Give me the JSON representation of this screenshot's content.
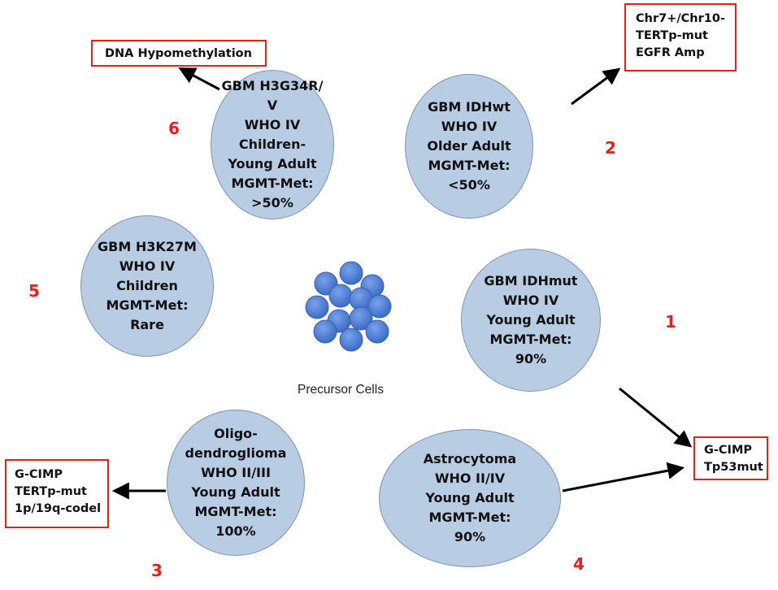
{
  "circles": [
    {
      "id": "gbm-h3g34r",
      "lines": [
        "GBM H3G34R/",
        "V",
        "WHO IV",
        "Children-",
        "Young Adult",
        "MGMT-Met:",
        ">50%"
      ]
    },
    {
      "id": "gbm-idhwt",
      "lines": [
        "GBM IDHwt",
        "WHO IV",
        "Older Adult",
        "MGMT-Met:",
        "<50%"
      ]
    },
    {
      "id": "gbm-h3k27m",
      "lines": [
        "GBM H3K27M",
        "WHO IV",
        "Children",
        "MGMT-Met:",
        "Rare"
      ]
    },
    {
      "id": "gbm-idhmut",
      "lines": [
        "GBM IDHmut",
        "WHO IV",
        "Young Adult",
        "MGMT-Met:",
        "90%"
      ]
    },
    {
      "id": "oligodendroglioma",
      "lines": [
        "Oligo-",
        "dendroglioma",
        "WHO II/III",
        "Young Adult",
        "MGMT-Met:",
        "100%"
      ]
    },
    {
      "id": "astrocytoma",
      "lines": [
        "Astrocytoma",
        "WHO II/IV",
        "Young Adult",
        "MGMT-Met:",
        "90%"
      ]
    }
  ],
  "numbers": {
    "n1": "1",
    "n2": "2",
    "n3": "3",
    "n4": "4",
    "n5": "5",
    "n6": "6"
  },
  "boxes": {
    "dna_hypo": [
      "DNA Hypomethylation"
    ],
    "chr7": [
      "Chr7+/Chr10-",
      "TERTp-mut",
      "EGFR Amp"
    ],
    "gcimp_tp53": [
      "G-CIMP",
      "Tp53mut"
    ],
    "gcimp_tert": [
      "G-CIMP",
      "TERTp-mut",
      "1p/19q-codel"
    ]
  },
  "precursor_label": "Precursor Cells",
  "colors": {
    "circle_fill": "#b8cce4",
    "cell_fill": "#4f81d6",
    "accent_red": "#e3211c"
  }
}
